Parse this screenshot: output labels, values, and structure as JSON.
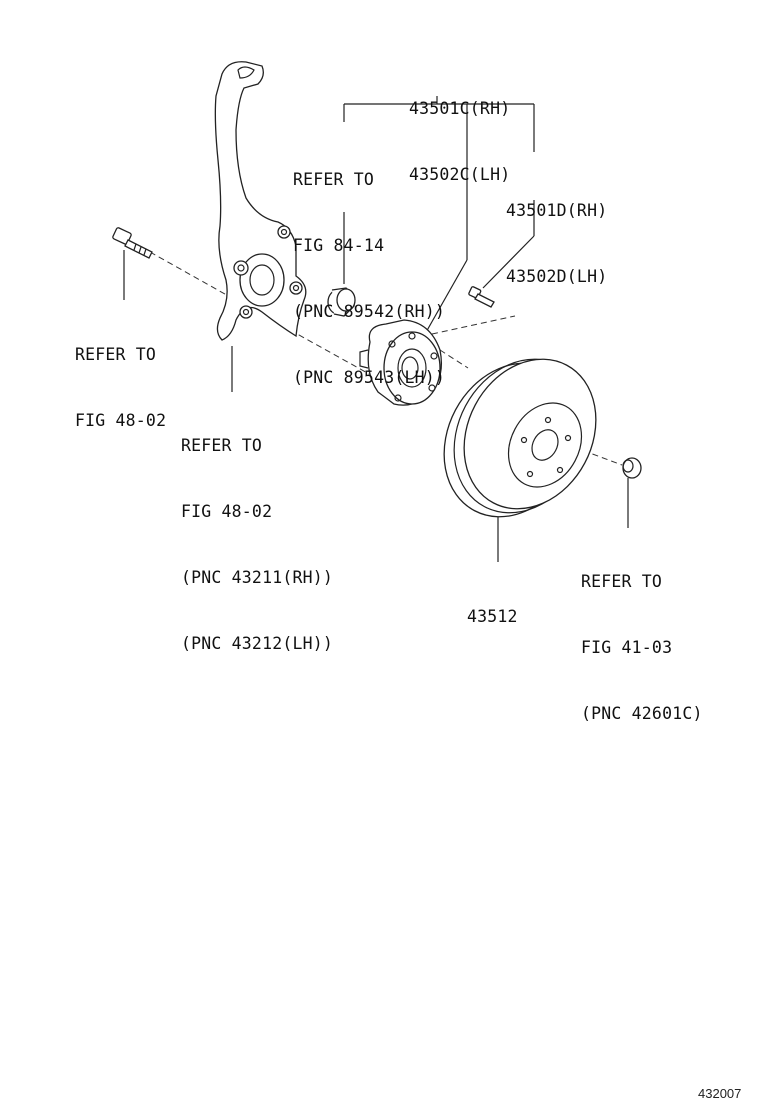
{
  "callouts": {
    "hub_assembly": {
      "line1": "43501C(RH)",
      "line2": "43502C(LH)"
    },
    "hub_bolt": {
      "line1": "43501D(RH)",
      "line2": "43502D(LH)"
    },
    "bearing_ref": {
      "line1": "REFER TO",
      "line2": "FIG 84-14",
      "line3": "(PNC 89542(RH))",
      "line4": "(PNC 89543(LH))"
    },
    "bolt_ref": {
      "line1": "REFER TO",
      "line2": "FIG 48-02"
    },
    "knuckle_ref": {
      "line1": "REFER TO",
      "line2": "FIG 48-02",
      "line3": "(PNC 43211(RH))",
      "line4": "(PNC 43212(LH))"
    },
    "disc": {
      "line1": "43512"
    },
    "nut_ref": {
      "line1": "REFER TO",
      "line2": "FIG 41-03",
      "line3": "(PNC 42601C)"
    }
  },
  "figure_number": "432007"
}
